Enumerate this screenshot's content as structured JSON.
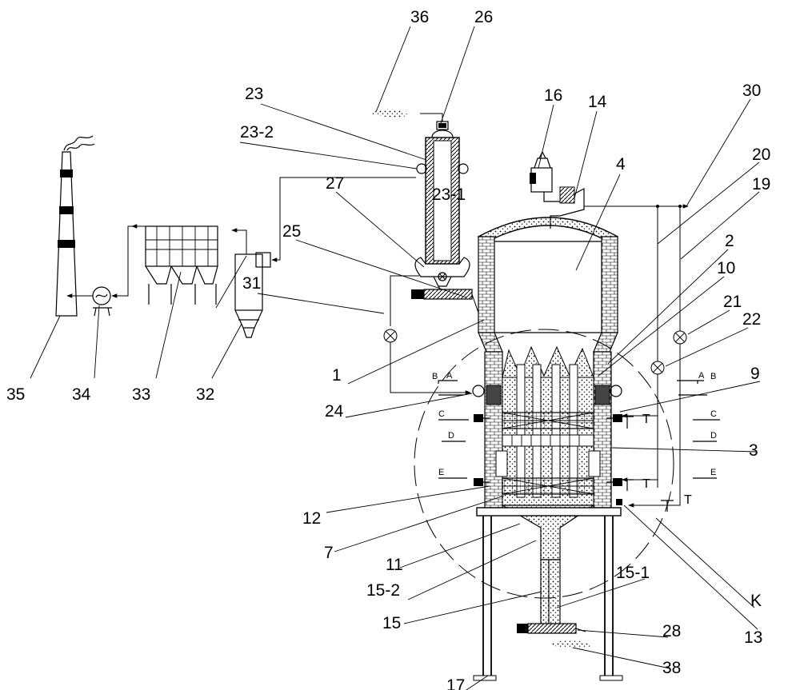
{
  "labels": {
    "l36": "36",
    "l26": "26",
    "l23": "23",
    "l23_2": "23-2",
    "l27": "27",
    "l23_1": "23-1",
    "l25": "25",
    "l31": "31",
    "l35": "35",
    "l34": "34",
    "l33": "33",
    "l32": "32",
    "l16": "16",
    "l14": "14",
    "l4": "4",
    "l30": "30",
    "l20": "20",
    "l19": "19",
    "l2": "2",
    "l10": "10",
    "l21": "21",
    "l22": "22",
    "l1": "1",
    "l24": "24",
    "l9": "9",
    "l3": "3",
    "l12": "12",
    "l7": "7",
    "l11": "11",
    "l15_2": "15-2",
    "l15": "15",
    "l15_1": "15-1",
    "lK": "K",
    "l13": "13",
    "l28": "28",
    "l38": "38",
    "l17": "17"
  },
  "sections": {
    "A": "A",
    "B": "B",
    "C": "C",
    "D": "D",
    "E": "E",
    "T": "T"
  }
}
